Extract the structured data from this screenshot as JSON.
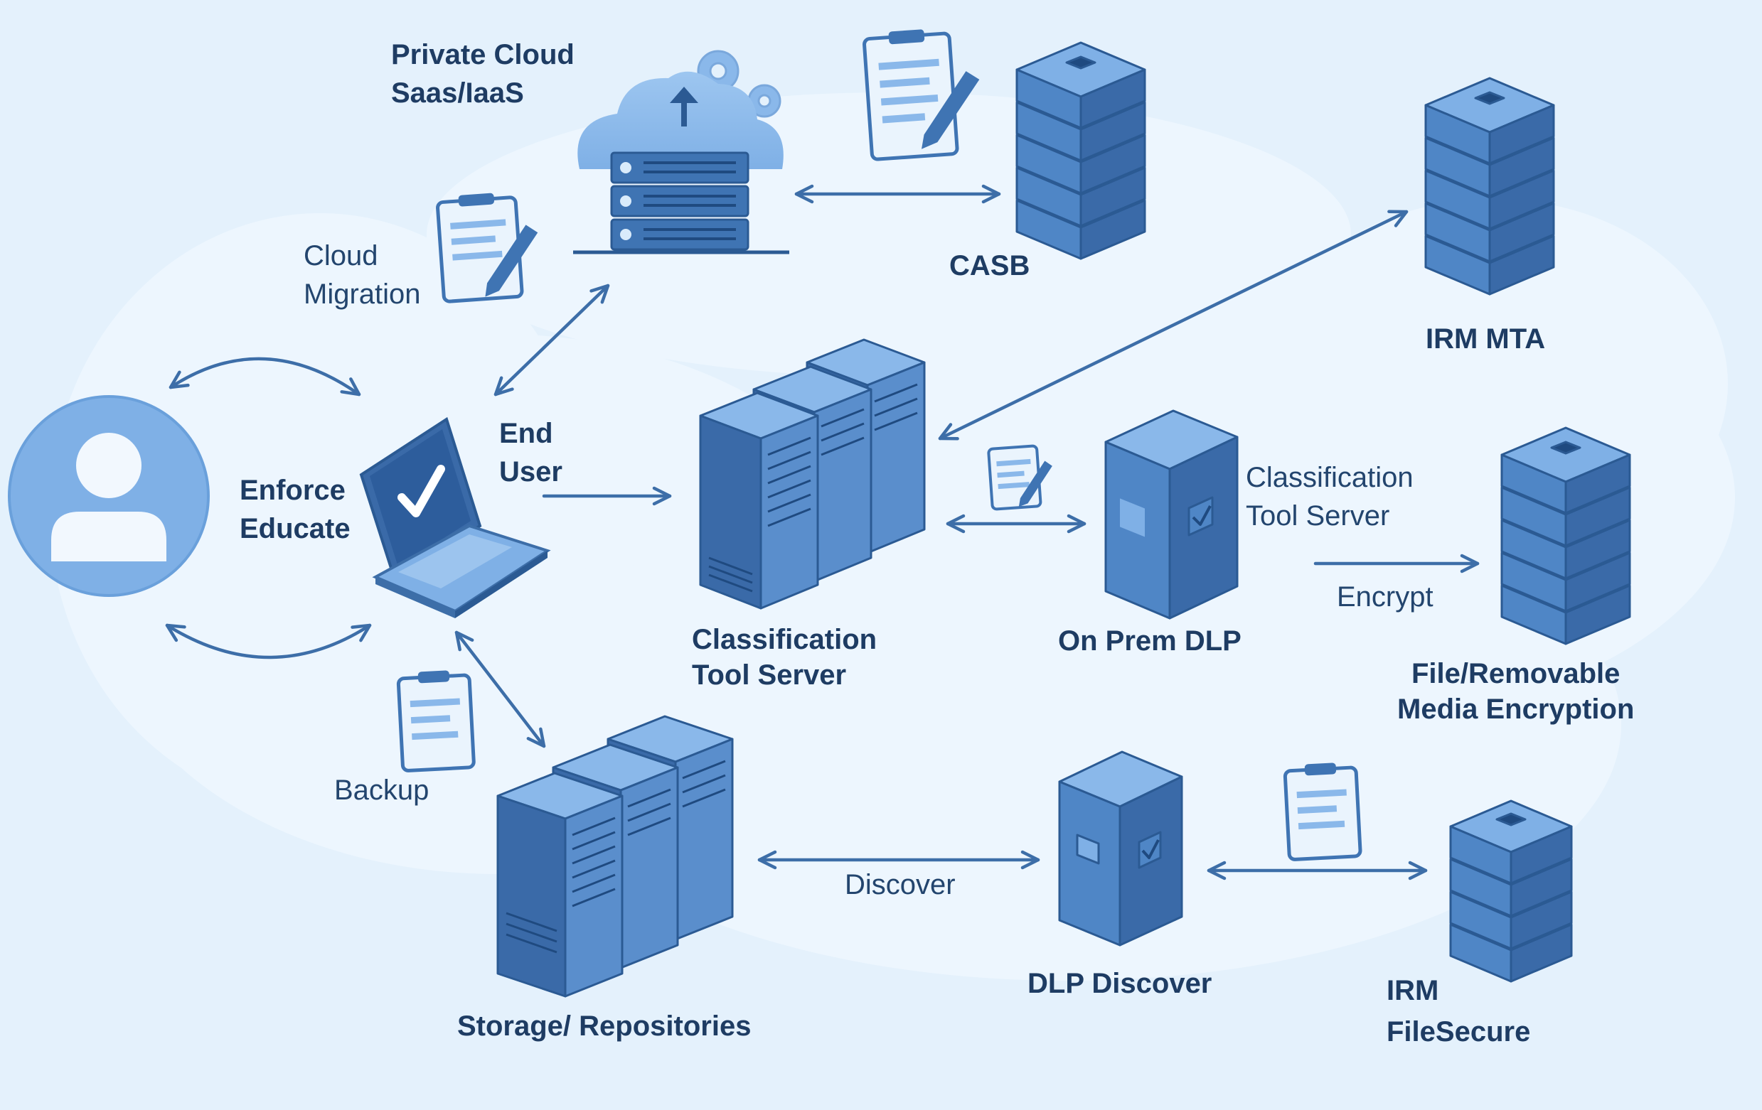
{
  "labels": {
    "private_cloud": [
      "Private Cloud",
      "Saas/IaaS"
    ],
    "casb": "CASB",
    "irm_mta": "IRM MTA",
    "cloud_migration": [
      "Cloud",
      "Migration"
    ],
    "end_user": [
      "End",
      "User"
    ],
    "enforce_educate": [
      "Enforce",
      "Educate"
    ],
    "classification_tool_server_main": [
      "Classification",
      "Tool Server"
    ],
    "classification_tool_server_side": [
      "Classification",
      "Tool Server"
    ],
    "on_prem_dlp": "On Prem DLP",
    "encrypt": "Encrypt",
    "file_removable": [
      "File/Removable",
      "Media Encryption"
    ],
    "backup": "Backup",
    "discover": "Discover",
    "dlp_discover": "DLP Discover",
    "storage": "Storage/ Repositories",
    "irm_filesecure": [
      "IRM",
      "FileSecure"
    ]
  },
  "icons": [
    "user-avatar-icon",
    "laptop-check-icon",
    "cloud-server-icon",
    "gear-icon",
    "clipboard-icon",
    "server-stack-icon",
    "server-rack-icon",
    "server-tower-icon"
  ],
  "colors": {
    "background": "#e4f1fc",
    "bubble": "#edf6fe",
    "primary": "#3f74b3",
    "light": "#8ab8ea",
    "dark": "#2b5a93",
    "text": "#23456e",
    "arrow": "#3d6ea8"
  }
}
